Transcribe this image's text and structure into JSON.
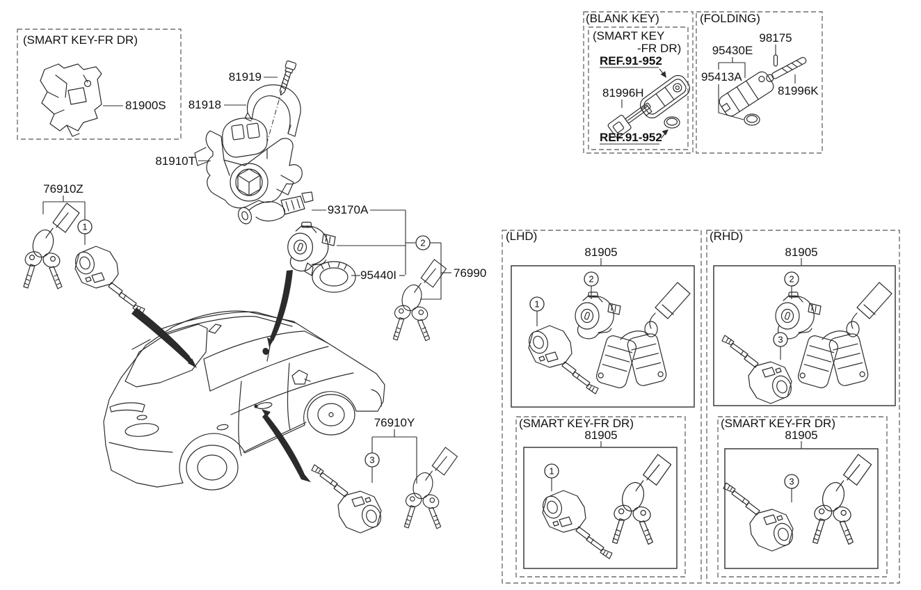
{
  "boxes": {
    "top_left": {
      "title": "(SMART KEY-FR DR)"
    },
    "blank_key": {
      "title": "(BLANK KEY)",
      "inner_title_line1": "(SMART KEY",
      "inner_title_line2": "-FR DR)",
      "ref_top": "REF.91-952",
      "ref_bottom": "REF.91-952"
    },
    "folding": {
      "title": "(FOLDING)"
    },
    "lhd": {
      "title": "(LHD)",
      "part": "81905"
    },
    "rhd": {
      "title": "(RHD)",
      "part": "81905"
    },
    "smart_key_left": {
      "title": "(SMART KEY-FR DR)",
      "part": "81905"
    },
    "smart_key_right": {
      "title": "(SMART KEY-FR DR)",
      "part": "81905"
    }
  },
  "labels": {
    "p81900S": "81900S",
    "p81919": "81919",
    "p81918": "81918",
    "p81910T": "81910T",
    "p93170A": "93170A",
    "p95440I": "95440I",
    "p76990": "76990",
    "p76910Z": "76910Z",
    "p76910Y": "76910Y",
    "p81996H": "81996H",
    "p98175": "98175",
    "p95430E": "95430E",
    "p95413A": "95413A",
    "p81996K": "81996K"
  },
  "callouts": {
    "one": "1",
    "two": "2",
    "three": "3"
  },
  "colors": {
    "line": "#2b2b2b",
    "dash": "#6f6f6f",
    "text": "#111111"
  }
}
